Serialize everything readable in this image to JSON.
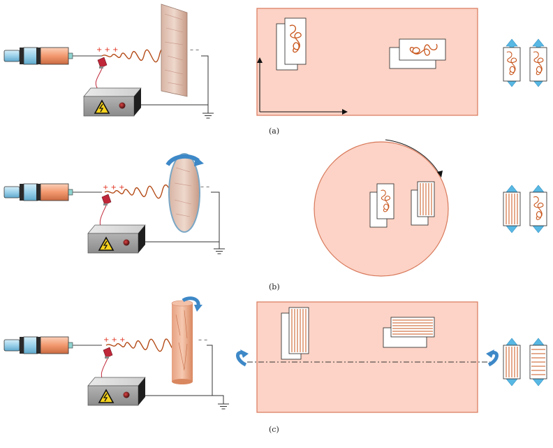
{
  "panels": [
    {
      "id": "a",
      "caption": "(a)",
      "collector": "flat-plate",
      "alignment": "random"
    },
    {
      "id": "b",
      "caption": "(b)",
      "collector": "rotating-disk",
      "alignment": "aligned-and-random"
    },
    {
      "id": "c",
      "caption": "(c)",
      "collector": "rotating-drum",
      "alignment": "aligned"
    }
  ],
  "labels": {
    "positive": "+ + +",
    "negative": "– –"
  },
  "colors": {
    "fiber": "#c8551b",
    "jet": "#b34a16",
    "collector_fill": "#fcd3c6",
    "collector_edge": "#d8785a",
    "arrow_blue": "#58b8e4",
    "rotate_blue": "#3d88c7",
    "syringe_body": "#f4a07c",
    "syringe_plunger": "#a9d8ee",
    "power_box": "#a3a3a3",
    "warning_yellow": "#f6d21c"
  },
  "icons": [
    "syringe-icon",
    "power-supply-icon",
    "high-voltage-icon",
    "ground-icon",
    "rotation-arrow-icon",
    "tensile-arrow-icon"
  ]
}
